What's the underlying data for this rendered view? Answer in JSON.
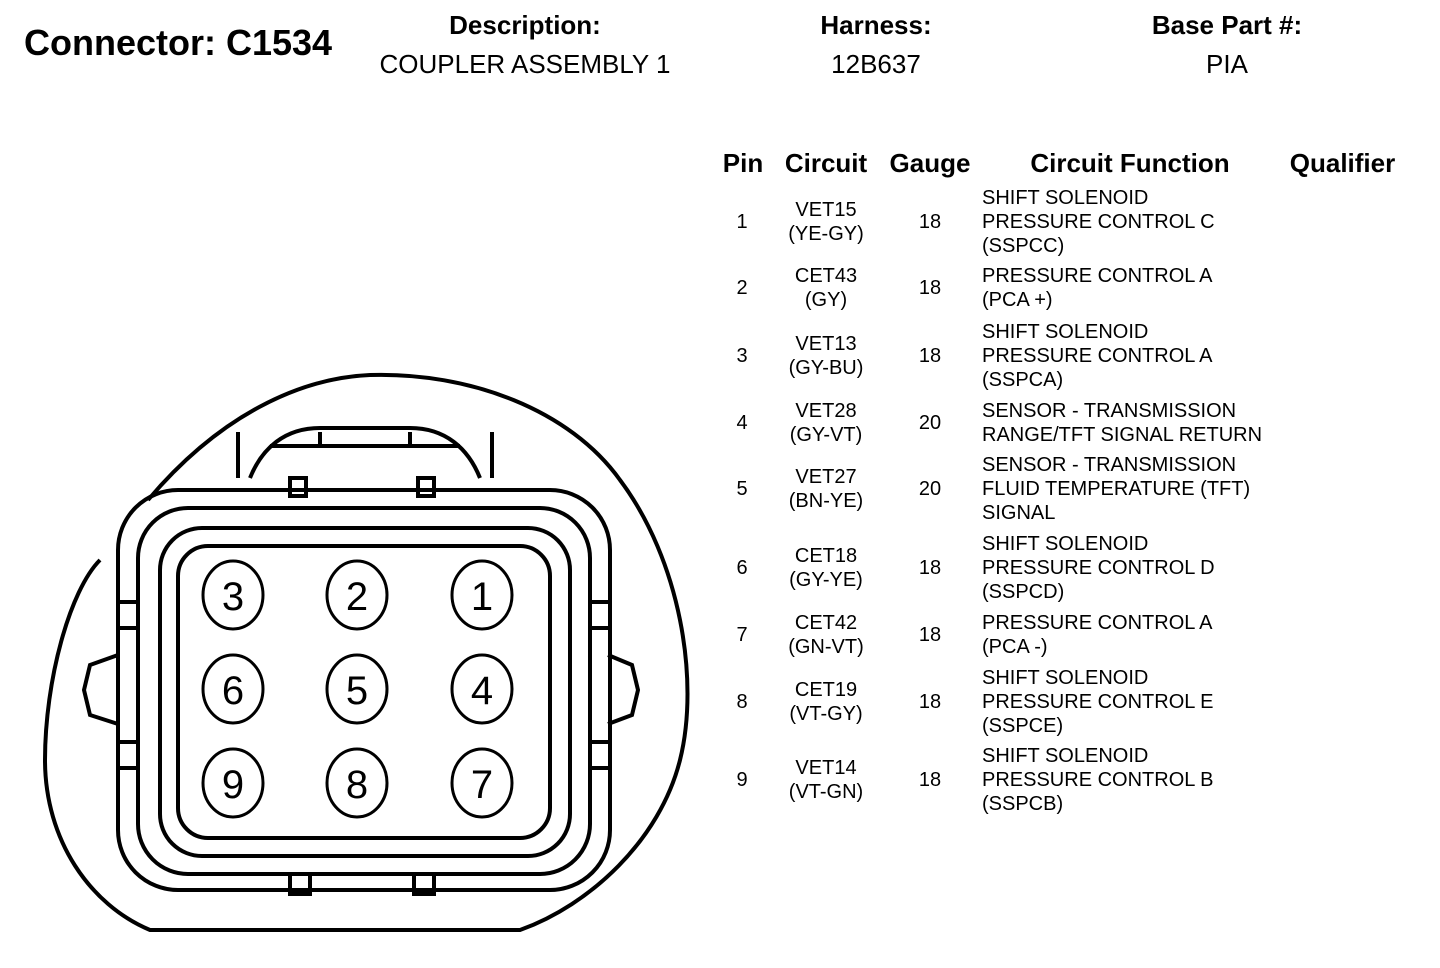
{
  "header": {
    "connector_title": "Connector: C1534",
    "description_label": "Description:",
    "description_value": "COUPLER ASSEMBLY 1",
    "harness_label": "Harness:",
    "harness_value": "12B637",
    "base_part_label": "Base Part #:",
    "base_part_value": "PIA"
  },
  "table": {
    "headers": {
      "pin": "Pin",
      "circuit": "Circuit",
      "gauge": "Gauge",
      "function": "Circuit Function",
      "qualifier": "Qualifier"
    },
    "rows": [
      {
        "pin": "1",
        "circuit": "VET15",
        "color": "(YE-GY)",
        "gauge": "18",
        "function": "SHIFT SOLENOID\nPRESSURE CONTROL C\n(SSPCC)",
        "qualifier": ""
      },
      {
        "pin": "2",
        "circuit": "CET43",
        "color": "(GY)",
        "gauge": "18",
        "function": "PRESSURE CONTROL A\n(PCA +)",
        "qualifier": ""
      },
      {
        "pin": "3",
        "circuit": "VET13",
        "color": "(GY-BU)",
        "gauge": "18",
        "function": "SHIFT SOLENOID\nPRESSURE CONTROL A\n(SSPCA)",
        "qualifier": ""
      },
      {
        "pin": "4",
        "circuit": "VET28",
        "color": "(GY-VT)",
        "gauge": "20",
        "function": "SENSOR - TRANSMISSION\nRANGE/TFT SIGNAL RETURN",
        "qualifier": ""
      },
      {
        "pin": "5",
        "circuit": "VET27",
        "color": "(BN-YE)",
        "gauge": "20",
        "function": "SENSOR - TRANSMISSION\nFLUID TEMPERATURE (TFT)\nSIGNAL",
        "qualifier": ""
      },
      {
        "pin": "6",
        "circuit": "CET18",
        "color": "(GY-YE)",
        "gauge": "18",
        "function": "SHIFT SOLENOID\nPRESSURE CONTROL D\n(SSPCD)",
        "qualifier": ""
      },
      {
        "pin": "7",
        "circuit": "CET42",
        "color": "(GN-VT)",
        "gauge": "18",
        "function": "PRESSURE CONTROL A\n(PCA -)",
        "qualifier": ""
      },
      {
        "pin": "8",
        "circuit": "CET19",
        "color": "(VT-GY)",
        "gauge": "18",
        "function": "SHIFT SOLENOID\nPRESSURE CONTROL E\n(SSPCE)",
        "qualifier": ""
      },
      {
        "pin": "9",
        "circuit": "VET14",
        "color": "(VT-GN)",
        "gauge": "18",
        "function": "SHIFT SOLENOID\nPRESSURE CONTROL B\n(SSPCB)",
        "qualifier": ""
      }
    ]
  },
  "connector_face": {
    "pin_labels": [
      "3",
      "2",
      "1",
      "6",
      "5",
      "4",
      "9",
      "8",
      "7"
    ]
  }
}
